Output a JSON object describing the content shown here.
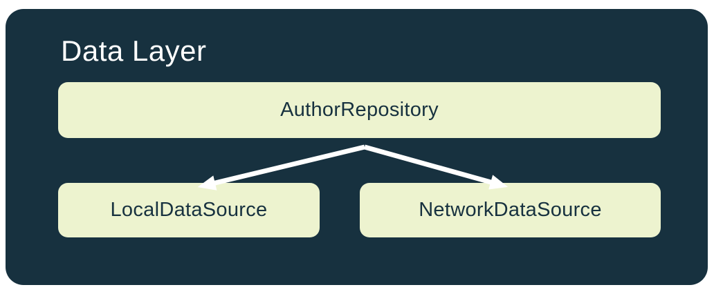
{
  "diagram": {
    "title": "Data Layer",
    "nodes": {
      "repository": {
        "label": "AuthorRepository"
      },
      "local": {
        "label": "LocalDataSource"
      },
      "network": {
        "label": "NetworkDataSource"
      }
    },
    "edges": [
      {
        "from": "AuthorRepository",
        "to": "LocalDataSource"
      },
      {
        "from": "AuthorRepository",
        "to": "NetworkDataSource"
      }
    ],
    "colors": {
      "container_bg": "#17313F",
      "node_bg": "#EDF3CF",
      "node_text": "#17313F",
      "title_text": "#FFFFFF",
      "arrow_color": "#FFFFFF",
      "page_bg": "#FFFFFF"
    }
  }
}
